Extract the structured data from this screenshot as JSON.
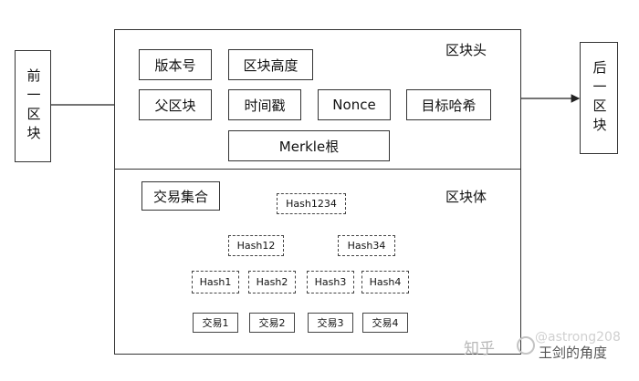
{
  "header": {
    "title": "区块头",
    "fields": {
      "version": "版本号",
      "height": "区块高度",
      "parent": "父区块",
      "timestamp": "时间戳",
      "nonce": "Nonce",
      "target": "目标哈希",
      "merkle": "Merkle根"
    }
  },
  "body": {
    "title": "区块体",
    "tx_set": "交易集合"
  },
  "prev_block": "前一区块",
  "next_block": "后一区块",
  "tree": {
    "root": "Hash1234",
    "level1": [
      "Hash12",
      "Hash34"
    ],
    "leaves": [
      "Hash1",
      "Hash2",
      "Hash3",
      "Hash4"
    ],
    "transactions": [
      "交易1",
      "交易2",
      "交易3",
      "交易4"
    ]
  },
  "watermark": {
    "site": "知乎",
    "author": "王剑的角度",
    "username": "@astrong208"
  }
}
